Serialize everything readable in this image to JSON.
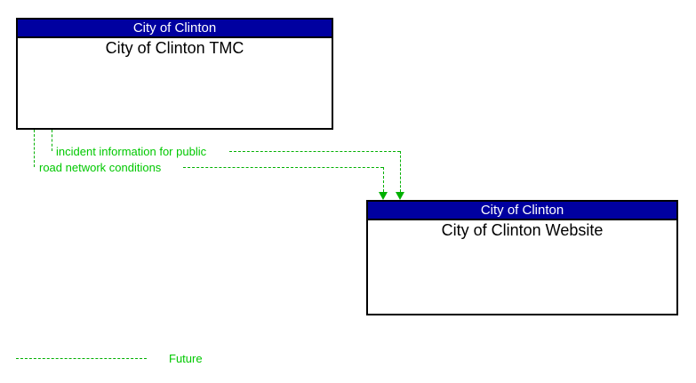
{
  "diagram": {
    "type": "architecture-interconnect",
    "boxes": [
      {
        "id": "tmc",
        "header": "City of Clinton",
        "title": "City of Clinton TMC"
      },
      {
        "id": "website",
        "header": "City of Clinton",
        "title": "City of Clinton Website"
      }
    ],
    "flows": [
      {
        "label": "incident information for public",
        "from": "City of Clinton TMC",
        "to": "City of Clinton Website",
        "status": "future",
        "line_style": "dashed"
      },
      {
        "label": "road network conditions",
        "from": "City of Clinton TMC",
        "to": "City of Clinton Website",
        "status": "future",
        "line_style": "dashed"
      }
    ],
    "legend": {
      "label": "Future",
      "line_style": "dashed"
    },
    "colors": {
      "header_bg": "#0000A0",
      "header_text": "#FFFFFF",
      "box_border": "#000000",
      "flow_line_green": "#00B000",
      "flow_label_green": "#00C800",
      "background": "#FFFFFF"
    }
  }
}
